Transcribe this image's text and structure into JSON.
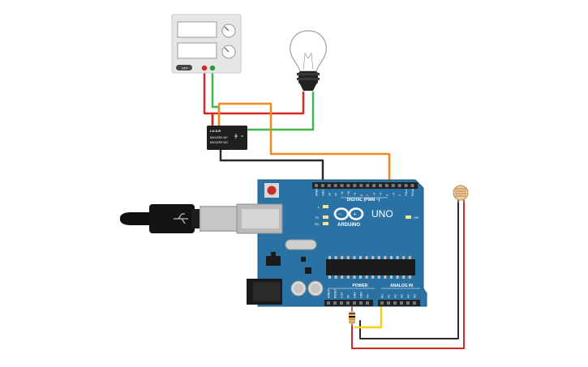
{
  "board": {
    "brand": "ARDUINO",
    "model": "UNO",
    "digital_header": "DIGITAL (PWM ~)",
    "power_label": "POWER",
    "analog_label": "ANALOG IN",
    "on_label": "ON",
    "l_label": "L",
    "tx_label": "TX",
    "rx_label": "RX",
    "top_pins": [
      "AREF",
      "GND",
      "13",
      "12",
      "~11",
      "~10",
      "~9",
      "8",
      "7",
      "~6",
      "~5",
      "4",
      "~3",
      "2",
      "TX▸1",
      "RX◂0"
    ],
    "power_pins": [
      "IOREF",
      "RESET",
      "3.3V",
      "5V",
      "GND",
      "GND",
      "Vin"
    ],
    "analog_pins": [
      "A0",
      "A1",
      "A2",
      "A3",
      "A4",
      "A5"
    ]
  },
  "relay": {
    "model": "LU-5-R",
    "line1": "5A/125V AC",
    "line2": "5A/125V DC"
  },
  "power_supply": {
    "button_label": "OFF"
  },
  "colors": {
    "board_blue": "#2b72a4",
    "wire_red": "#d42a22",
    "wire_green": "#3fb54a",
    "wire_orange": "#ef8a1e",
    "wire_black": "#2a2a2a",
    "wire_yellow": "#f3d21a"
  }
}
